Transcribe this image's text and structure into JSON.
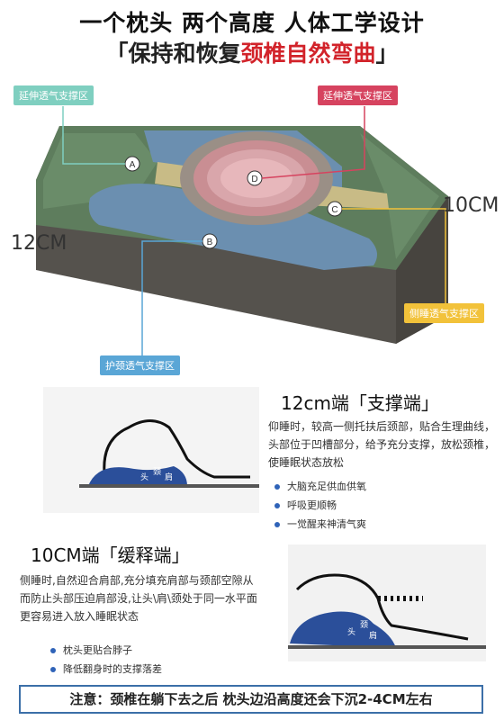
{
  "header": {
    "headline": "一个枕头 两个高度 人体工学设计",
    "sub_prefix": "「保持和恢复",
    "sub_highlight": "颈椎自然弯曲",
    "sub_suffix": "」"
  },
  "zones": {
    "stretch_left": "延伸透气支撑区",
    "stretch_right": "延伸透气支撑区",
    "side": "侧睡透气支撑区",
    "neck": "护颈透气支撑区"
  },
  "markers": {
    "a": "A",
    "b": "B",
    "c": "C",
    "d": "D"
  },
  "dimensions": {
    "high": "12CM",
    "low": "10CM"
  },
  "section_support": {
    "title": "12cm端「支撑端」",
    "description": "仰睡时，较高一侧托扶后颈部，贴合生理曲线，头部位于凹槽部分，给予充分支撑，放松颈椎，使睡眠状态放松",
    "bullets": [
      "大脑充足供血供氧",
      "呼吸更顺畅",
      "一觉醒来神清气爽"
    ],
    "tags": {
      "head": "头",
      "neck": "颈",
      "shoulder": "肩"
    }
  },
  "section_relief": {
    "title": "10CM端「缓释端」",
    "description": "侧睡时,自然迎合肩部,充分填充肩部与颈部空隙从而防止头部压迫肩部没,让头\\肩\\颈处于同一水平面更容易进入放入睡眠状态",
    "bullets": [
      "枕头更贴合脖子",
      "降低翻身时的支撑落差"
    ],
    "tags": {
      "head": "头",
      "neck": "颈",
      "shoulder": "肩"
    }
  },
  "footer": {
    "note": "注意：颈椎在躺下去之后 枕头边沿高度还会下沉2-4CM左右"
  },
  "colors": {
    "accent_red": "#d2232a",
    "teal": "#7fcfc0",
    "pink": "#d6435f",
    "yellow": "#f2c23a",
    "blue": "#5aa6d6",
    "pillow_side": "#5a5650",
    "pillow_top_green": "#5e7d5d",
    "pillow_blue_zone": "#6b8fb0",
    "pillow_yellow_zone": "#c8bb86"
  }
}
